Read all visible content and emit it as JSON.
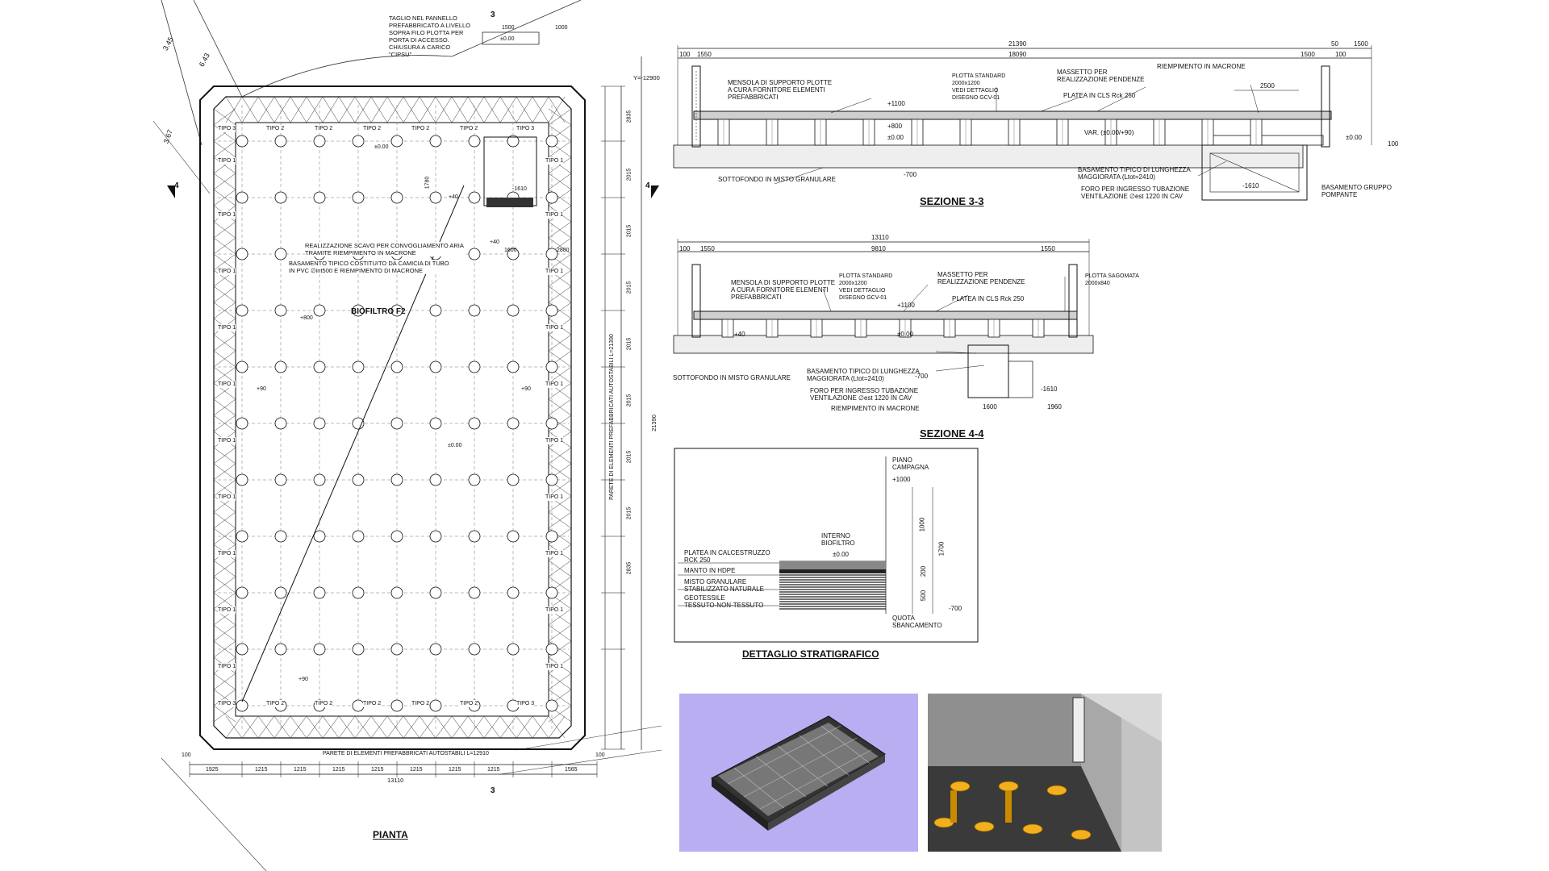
{
  "plan": {
    "title": "PIANTA",
    "name": "BIOFILTRO F2",
    "note_top": "TAGLIO NEL PANNELLO\nPREFABBRICATO A LIVELLO\nSOPRA FILO PLOTTA PER\nPORTA DI ACCESSO.\nCHIUSURA A CARICO\n\"CIPSU\"",
    "note_air": "REALIZZAZIONE SCAVO PER CONVOGLIAMENTO ARIA\nTRAMITE RIEMPIMENTO IN MACRONE",
    "note_base": "BASAMENTO TIPICO COSTITUITO DA CAMICIA DI TUBO\nIN PVC ∅int500 E RIEMPIMENTO DI MACRONE",
    "wall_right": "PARETE DI ELEMENTI PREFABBRICATI AUTOSTABILI L=21390",
    "wall_bottom": "PARETE DI ELEMENTI PREFABBRICATI AUTOSTABILI L=12910",
    "tipo_labels": [
      "TIPO 3",
      "TIPO 2",
      "TIPO 2",
      "TIPO 2",
      "TIPO 2",
      "TIPO 2",
      "TIPO 3",
      "TIPO 1"
    ],
    "levels": [
      "±0.00",
      "+40",
      "-1610",
      "+40",
      "+800",
      "+90",
      "+90",
      "±0.00",
      "+90",
      "±0.00"
    ],
    "dims_bottom": [
      "1925",
      "1215",
      "1215",
      "1215",
      "1215",
      "1215",
      "1215",
      "1215",
      "1565"
    ],
    "dims_right": [
      "2835",
      "2015",
      "2015",
      "2015",
      "2015",
      "2015",
      "2015",
      "2015",
      "2835"
    ],
    "total_bottom": "13110",
    "total_right": "21390",
    "top_dims": [
      "1500",
      "1000"
    ],
    "coord": "Y=-12900",
    "survey": [
      "3.45",
      "6.43",
      "3.67"
    ],
    "section_marks": [
      "3",
      "3",
      "4",
      "4"
    ],
    "small_dims": [
      "1780",
      "1600",
      "2880",
      "100",
      "100"
    ]
  },
  "section33": {
    "title": "SEZIONE 3-3",
    "dims_top": [
      "21390",
      "18090",
      "1550",
      "1500",
      "100",
      "100",
      "1500",
      "50"
    ],
    "notes": {
      "mensola": "MENSOLA DI SUPPORTO PLOTTE\nA CURA FORNITORE ELEMENTI\nPREFABBRICATI",
      "plotta": "PLOTTA STANDARD\n2000x1200\nVEDI DETTAGLIO\nDISEGNO GCV-01",
      "massetto": "MASSETTO PER\nREALIZZAZIONE PENDENZE",
      "platea": "PLATEA IN CLS Rck 250",
      "riempimento": "RIEMPIMENTO IN MACRONE",
      "sottofondo": "SOTTOFONDO IN MISTO GRANULARE",
      "basamento": "BASAMENTO TIPICO DI LUNGHEZZA\nMAGGIORATA (Ltot=2410)",
      "foro": "FORO PER INGRESSO TUBAZIONE\nVENTILAZIONE ∅est 1220 IN CAV",
      "gruppo": "BASAMENTO GRUPPO\nPOMPANTE"
    },
    "levels": [
      "+1100",
      "+800",
      "±0.00",
      "VAR. (±0.00/+90)",
      "±0.00",
      "-700",
      "-1610"
    ],
    "dim_2500": "2500",
    "dim_100": "100"
  },
  "section44": {
    "title": "SEZIONE 4-4",
    "dims_top": [
      "13110",
      "9810",
      "1550",
      "1550",
      "100"
    ],
    "notes": {
      "mensola": "MENSOLA DI SUPPORTO PLOTTE\nA CURA FORNITORE ELEMENTI\nPREFABBRICATI",
      "plotta": "PLOTTA STANDARD\n2000x1200\nVEDI DETTAGLIO\nDISEGNO GCV-01",
      "massetto": "MASSETTO PER\nREALIZZAZIONE PENDENZE",
      "platea": "PLATEA IN CLS Rck 250",
      "plotta_sag": "PLOTTA SAGOMATA\n2000x840",
      "sottofondo": "SOTTOFONDO IN MISTO GRANULARE",
      "basamento": "BASAMENTO TIPICO DI LUNGHEZZA\nMAGGIORATA (Ltot=2410)",
      "foro": "FORO PER INGRESSO TUBAZIONE\nVENTILAZIONE ∅est 1220 IN CAV",
      "riempimento": "RIEMPIMENTO IN MACRONE"
    },
    "levels": [
      "+1100",
      "±0.00",
      "+40",
      "-700",
      "-1610"
    ],
    "dims_bottom": [
      "1600",
      "1960"
    ]
  },
  "strat": {
    "title": "DETTAGLIO STRATIGRAFICO",
    "piano": "PIANO\nCAMPAGNA",
    "piano_level": "+1000",
    "interno": "INTERNO\nBIOFILTRO",
    "interno_level": "±0.00",
    "platea": "PLATEA IN CALCESTRUZZO\nRCK 250",
    "manto": "MANTO IN HDPE",
    "misto": "MISTO GRANULARE\nSTABILIZZATO NATURALE",
    "geo": "GEOTESSILE\nTESSUTO-NON-TESSUTO",
    "quota": "QUOTA\nSBANCAMENTO",
    "quota_level": "-700",
    "dims": [
      "1000",
      "200",
      "500",
      "1700"
    ]
  }
}
